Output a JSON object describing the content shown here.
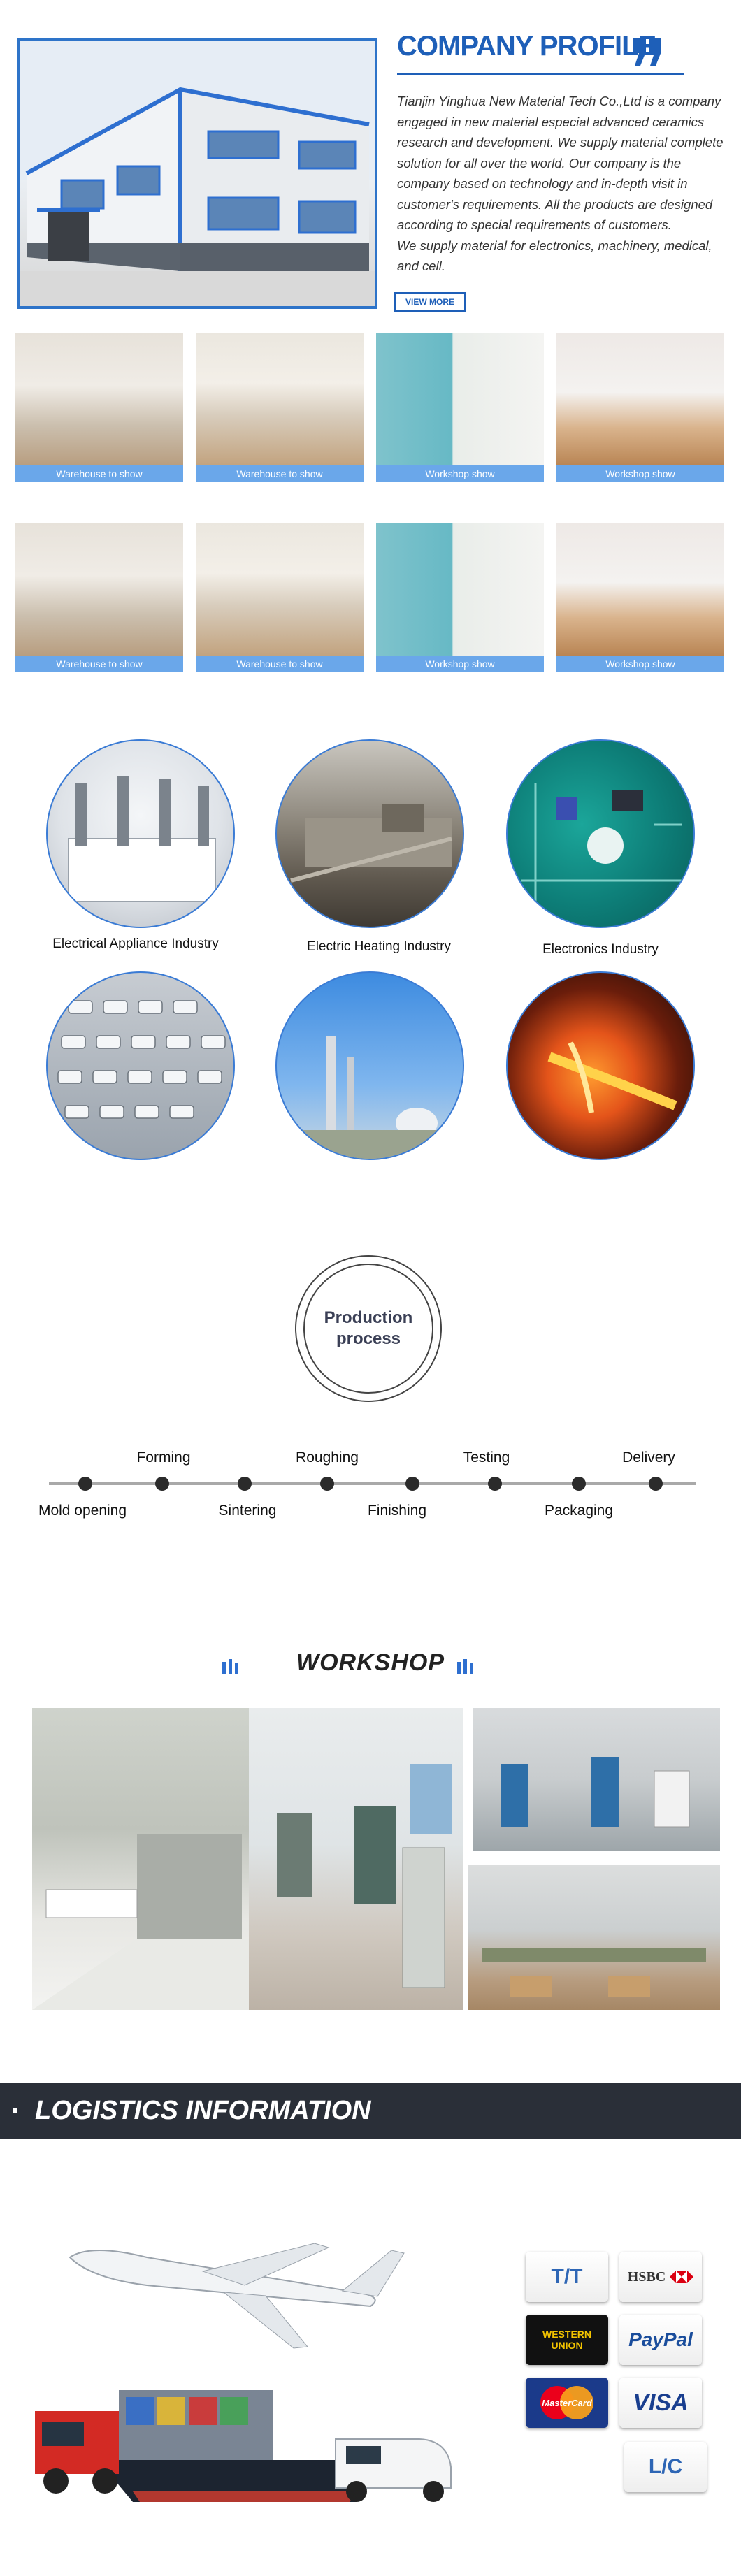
{
  "profile": {
    "title": "COMPANY PROFILE",
    "text": "Tianjin Yinghua New Material Tech Co.,Ltd is a company engaged in new material especial advanced ceramics research and development.   We supply material complete solution for all over the world.  Our company is the company based on technology and in-depth visit in customer's requirements.   All the products are designed according to special requirements of customers.\nWe supply material for electronics, machinery, medical, and cell.",
    "view_more": "VIEW MORE",
    "accent": "#1e5fb8"
  },
  "gallery_rows": [
    [
      "Warehouse to show",
      "Warehouse to show",
      "Workshop show",
      "Workshop show"
    ],
    [
      "Warehouse to show",
      "Warehouse to show",
      "Workshop show",
      "Workshop show"
    ]
  ],
  "industries": [
    "Electrical Appliance Industry",
    "Electric Heating Industry",
    "Electronics Industry"
  ],
  "process": {
    "title_line1": "Production",
    "title_line2": "process",
    "steps_top": [
      "Forming",
      "Roughing",
      "Testing",
      "Delivery"
    ],
    "steps_bottom": [
      "Mold opening",
      "Sintering",
      "Finishing",
      "Packaging"
    ]
  },
  "workshop": {
    "title": "WORKSHOP"
  },
  "logistics": {
    "title": "LOGISTICS INFORMATION",
    "payments": [
      "T/T",
      "HSBC",
      "WESTERN UNION",
      "PayPal",
      "MasterCard",
      "VISA",
      "L/C"
    ]
  }
}
